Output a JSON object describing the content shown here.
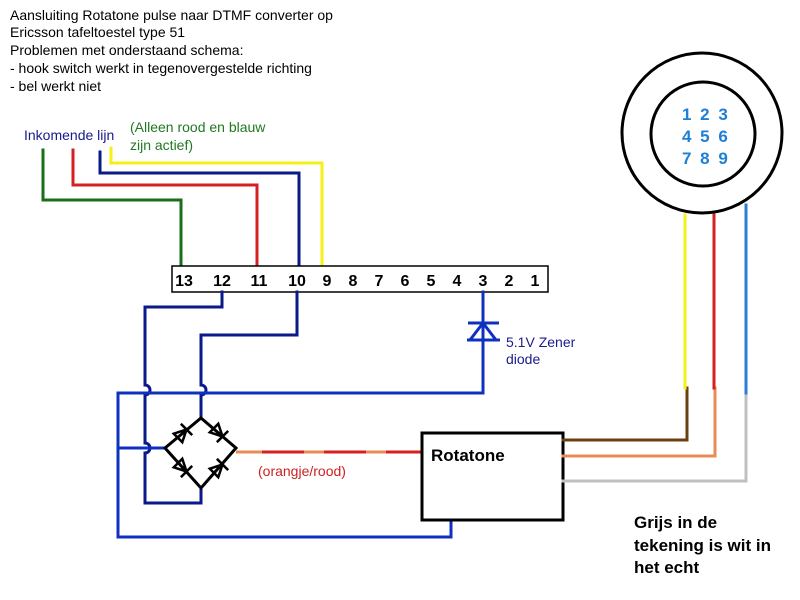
{
  "title_lines": [
    "Aansluiting Rotatone pulse naar DTMF converter op",
    "Ericsson tafeltoestel type 51",
    "Problemen met onderstaand schema:",
    "- hook switch werkt in tegenovergestelde richting",
    "- bel werkt niet"
  ],
  "incoming_line_label": "Inkomende lijn",
  "active_note_lines": [
    "(Alleen rood en blauw",
    "zijn actief)"
  ],
  "terminal_strip": {
    "pins": [
      "13",
      "12",
      "11",
      "10",
      "9",
      "8",
      "7",
      "6",
      "5",
      "4",
      "3",
      "2",
      "1"
    ]
  },
  "zener_label_lines": [
    "5.1V Zener",
    "diode"
  ],
  "bridge_wire_label": "(orangje/rood)",
  "rotatone_label": "Rotatone",
  "keypad": {
    "rows": [
      "1 2 3",
      "4 5 6",
      "7 8 9"
    ]
  },
  "footnote_lines": [
    "Grijs in de",
    "tekening is wit in",
    "het echt"
  ],
  "wire_colors": {
    "green": "#1a6e1a",
    "red": "#d42020",
    "navy": "#0a1a8a",
    "yellow": "#f5f01a",
    "brown": "#6b3f12",
    "orange": "#e88b55",
    "grey": "#c0c0c0",
    "light_blue": "#2a7fd4"
  }
}
